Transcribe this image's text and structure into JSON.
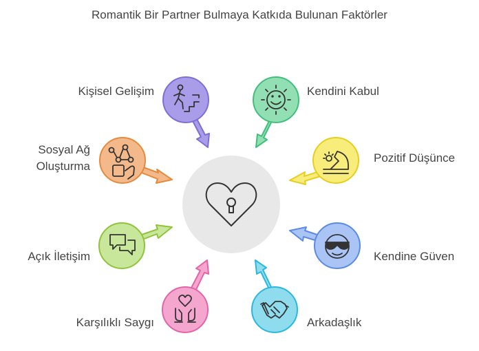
{
  "title": "Romantik Bir Partner Bulmaya Katkıda Bulunan Faktörler",
  "factors": [
    {
      "label": "Kişisel Gelişim",
      "color": "#a99ce8",
      "stroke": "#7f6fd4",
      "icon": "climbing-stairs-icon"
    },
    {
      "label": "Kendini Kabul",
      "color": "#93dfb4",
      "stroke": "#3fbf7a",
      "icon": "smiling-sun-icon"
    },
    {
      "label": "Sosyal Ağ\nOluşturma",
      "color": "#f4b98a",
      "stroke": "#e58a3c",
      "icon": "network-hand-icon"
    },
    {
      "label": "Pozitif Düşünce",
      "color": "#f8ec7a",
      "stroke": "#e6cf1e",
      "icon": "sunrise-icon"
    },
    {
      "label": "Açık İletişim",
      "color": "#c9e79a",
      "stroke": "#8fc43a",
      "icon": "chat-bubbles-icon"
    },
    {
      "label": "Kendine Güven",
      "color": "#a9c4f5",
      "stroke": "#5a8ae6",
      "icon": "cool-face-icon"
    },
    {
      "label": "Karşılıklı Saygı",
      "color": "#f4a6cf",
      "stroke": "#e264a8",
      "icon": "heart-hands-icon"
    },
    {
      "label": "Arkadaşlık",
      "color": "#8fdcef",
      "stroke": "#28b8dc",
      "icon": "handshake-icon"
    }
  ],
  "center": {
    "icon": "heart-keyhole-icon",
    "color": "#e8e8e8"
  }
}
